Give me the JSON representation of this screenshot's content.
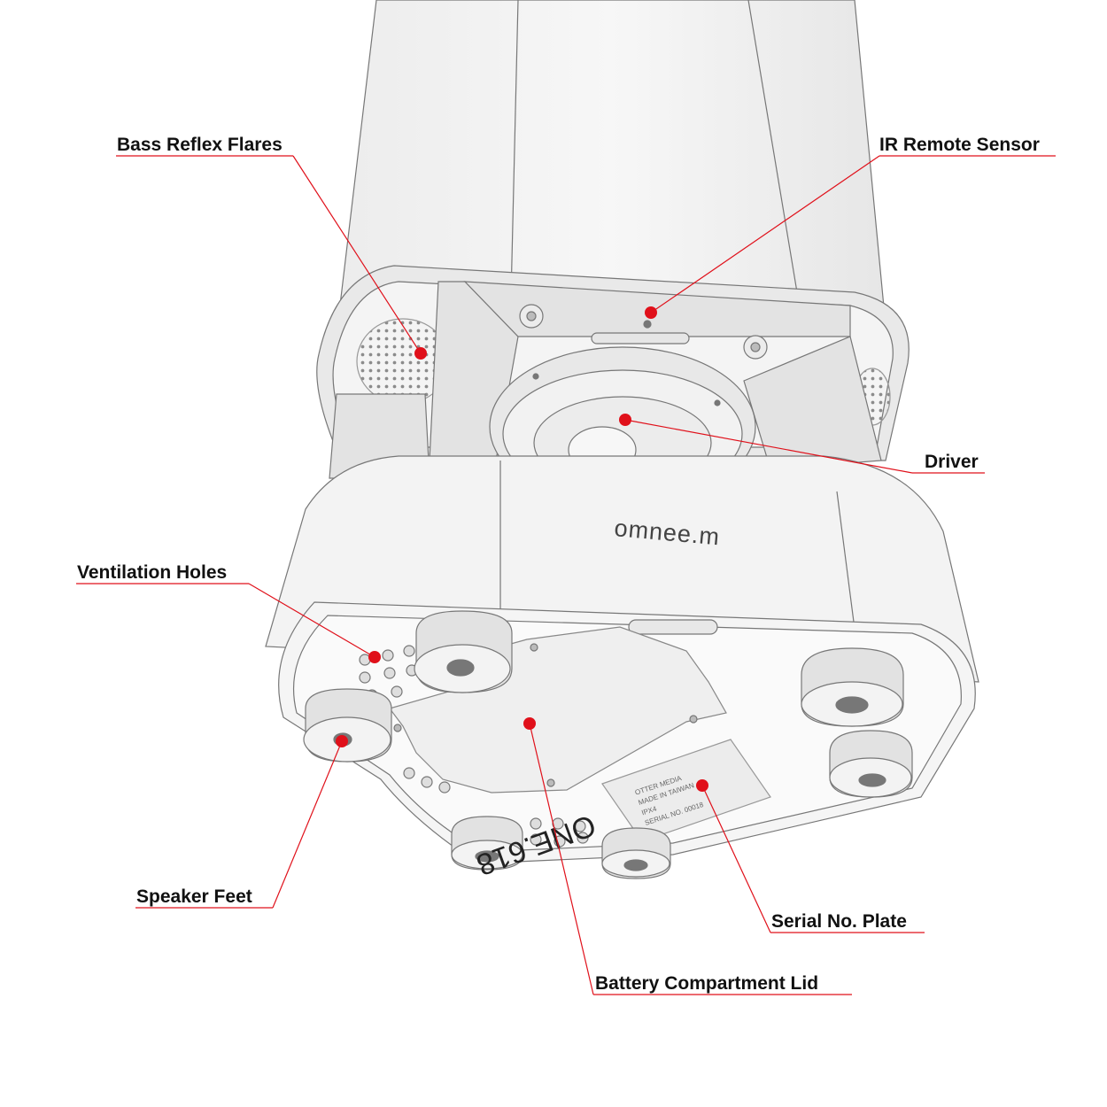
{
  "product": {
    "brand": "omnee.m",
    "model": "ONE.618",
    "plate_lines": [
      "OTTER MEDIA",
      "MADE IN TAIWAN",
      "IPX4",
      "SERIAL NO. 00018"
    ]
  },
  "callouts": [
    {
      "id": "bass-reflex-flares",
      "label": "Bass Reflex Flares"
    },
    {
      "id": "ir-remote-sensor",
      "label": "IR Remote Sensor"
    },
    {
      "id": "driver",
      "label": "Driver"
    },
    {
      "id": "ventilation-holes",
      "label": "Ventilation Holes"
    },
    {
      "id": "speaker-feet",
      "label": "Speaker Feet"
    },
    {
      "id": "serial-no-plate",
      "label": "Serial No. Plate"
    },
    {
      "id": "battery-compartment-lid",
      "label": "Battery Compartment Lid"
    }
  ],
  "colors": {
    "leader": "#e0101a",
    "dot": "#e0101a",
    "underline": "#e0101a",
    "outline": "#777777",
    "body": "#f1f1f1",
    "shade": "#d9d9d9"
  }
}
